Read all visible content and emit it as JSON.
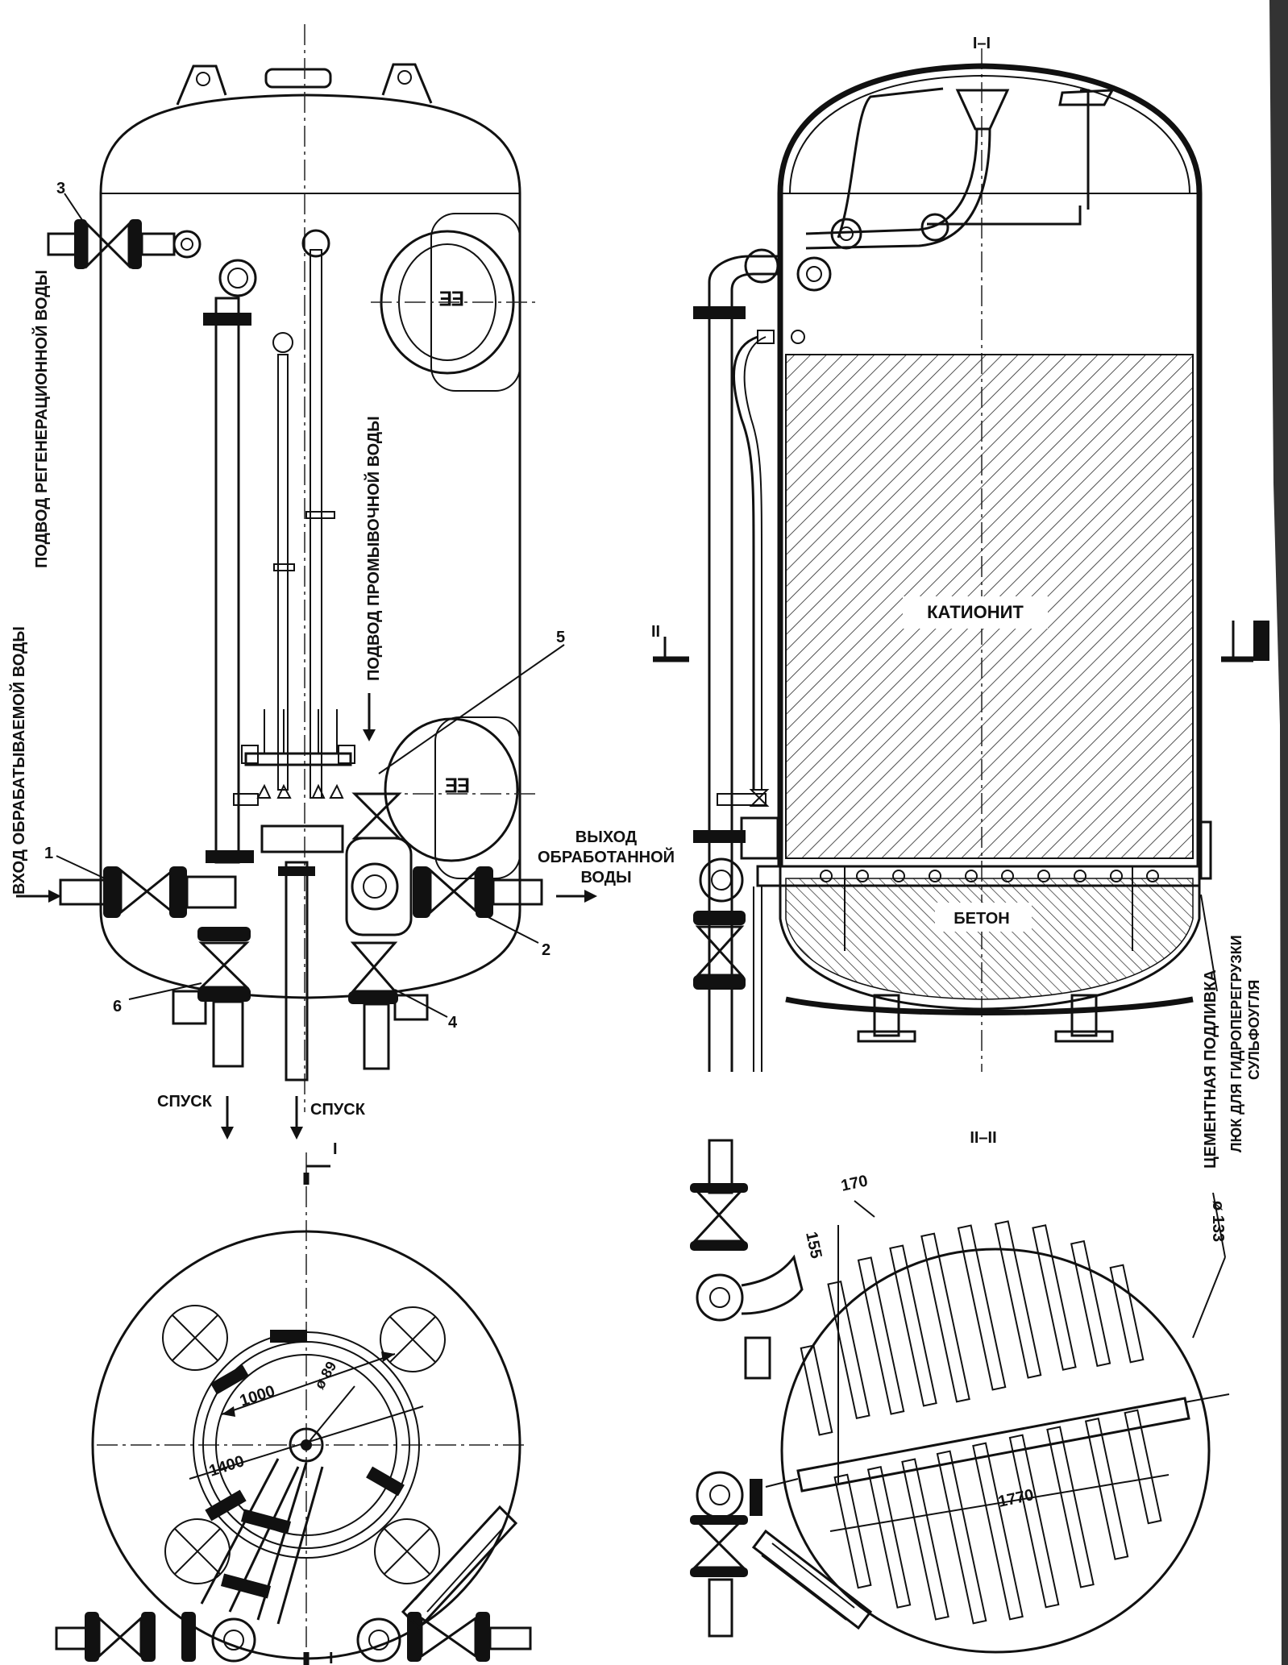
{
  "section_marks": {
    "section_I_I": "I–I",
    "section_II_II": "II–II",
    "mark_I_top": "I",
    "mark_I_bottom": "I",
    "mark_II_left": "II"
  },
  "labels": {
    "inlet_treated_water": "ВХОД ОБРАБАТЫВАЕМОЙ ВОДЫ",
    "regeneration_water_supply": "ПОДВОД РЕГЕНЕРАЦИОННОЙ ВОДЫ",
    "wash_water_supply": "ПОДВОД ПРОМЫВОЧНОЙ ВОДЫ",
    "outlet_line1": "ВЫХОД",
    "outlet_line2": "ОБРАБОТАННОЙ",
    "outlet_line3": "ВОДЫ",
    "drain_left": "СПУСК",
    "drain_right": "СПУСК",
    "cationite": "КАТИОНИТ",
    "concrete": "БЕТОН",
    "cement_fill": "ЦЕМЕНТНАЯ ПОДЛИВКА",
    "hatch_line1": "ЛЮК ДЛЯ ГИДРОПЕРЕГРУЗКИ",
    "hatch_line2": "СУЛЬФОУГЛЯ"
  },
  "callouts": {
    "n1": "1",
    "n2": "2",
    "n3": "3",
    "n4": "4",
    "n5": "5",
    "n6": "6"
  },
  "dimensions": {
    "d1000": "1000",
    "d1400": "1400",
    "d89": "ø 89",
    "d170": "170",
    "d155": "155",
    "d1770": "1770",
    "d133": "ø 133"
  }
}
